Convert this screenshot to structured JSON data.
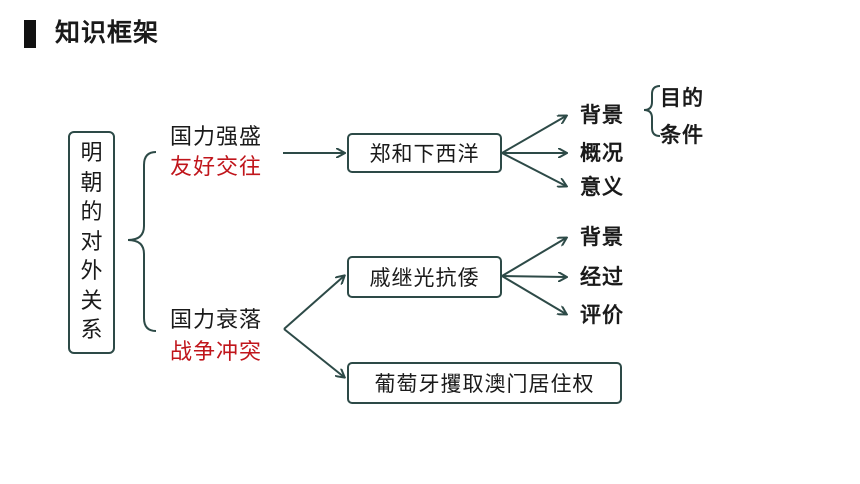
{
  "header": {
    "title": "知识框架"
  },
  "root": {
    "chars": [
      "明",
      "朝",
      "的",
      "对",
      "外",
      "关",
      "系"
    ]
  },
  "branch_top": {
    "line1": "国力强盛",
    "line2": "友好交往",
    "node": "郑和下西洋",
    "leaves": [
      "背景",
      "概况",
      "意义"
    ],
    "sub": [
      "目的",
      "条件"
    ]
  },
  "branch_bottom": {
    "line1": "国力衰落",
    "line2": "战争冲突",
    "node1": "戚继光抗倭",
    "leaves": [
      "背景",
      "经过",
      "评价"
    ],
    "node2": "葡萄牙攫取澳门居住权"
  },
  "colors": {
    "line": "#2d4a47",
    "accent": "#c0151b"
  }
}
